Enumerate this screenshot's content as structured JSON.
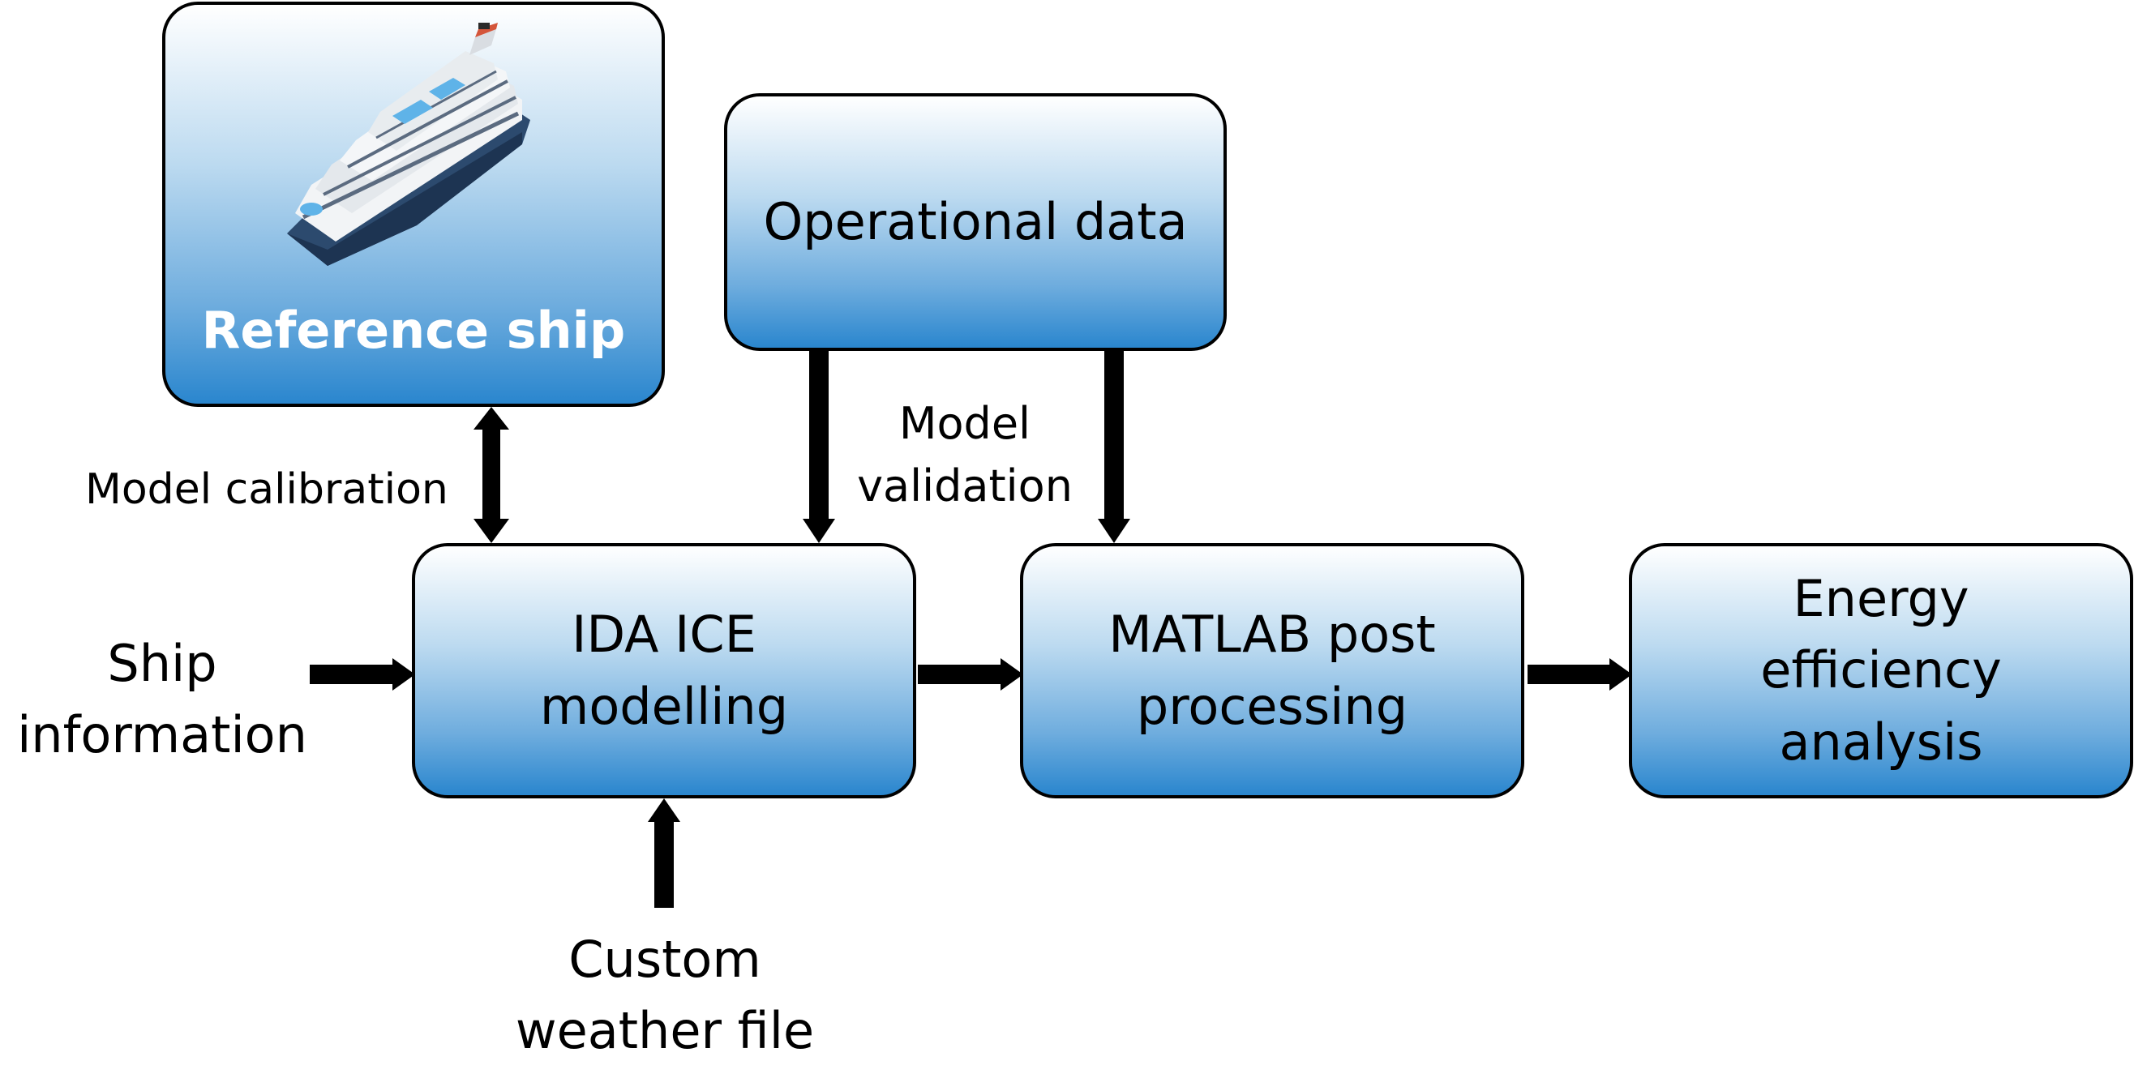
{
  "boxes": {
    "reference_ship": "Reference ship",
    "operational_data": "Operational data",
    "ida_ice": "IDA ICE\nmodelling",
    "matlab": "MATLAB post\nprocessing",
    "energy": "Energy\nefficiency\nanalysis"
  },
  "labels": {
    "ship_information": "Ship\ninformation",
    "custom_weather": "Custom\nweather file",
    "model_calibration": "Model calibration",
    "model_validation": "Model\nvalidation"
  },
  "colors": {
    "box_gradient_top": "#ffffff",
    "box_gradient_bottom": "#2a86ce",
    "arrow": "#000000",
    "ship_title": "#ffffff"
  },
  "icons": [
    "cruise-ship-icon"
  ]
}
